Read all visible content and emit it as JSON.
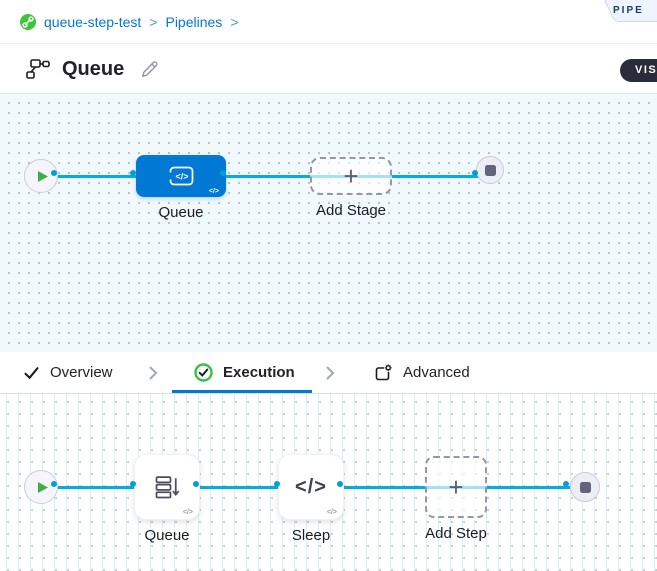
{
  "breadcrumb": {
    "project": "queue-step-test",
    "section": "Pipelines",
    "separator": ">"
  },
  "corner_ribbon": {
    "label": "PIPE"
  },
  "header": {
    "title": "Queue",
    "view_mode": "VISU"
  },
  "glyphs": {
    "code": "</>",
    "plus": "+"
  },
  "stage_graph": {
    "stage_name": "Queue",
    "add_stage_label": "Add Stage"
  },
  "tabs": {
    "overview": "Overview",
    "execution": "Execution",
    "advanced": "Advanced"
  },
  "execution_graph": {
    "steps": [
      {
        "name": "Queue"
      },
      {
        "name": "Sleep"
      }
    ],
    "add_step_label": "Add Step"
  },
  "colors": {
    "primary_blue": "#0278d5",
    "connector_cyan": "#00ade4",
    "success_green": "#36c148",
    "dark_text": "#22222a"
  }
}
